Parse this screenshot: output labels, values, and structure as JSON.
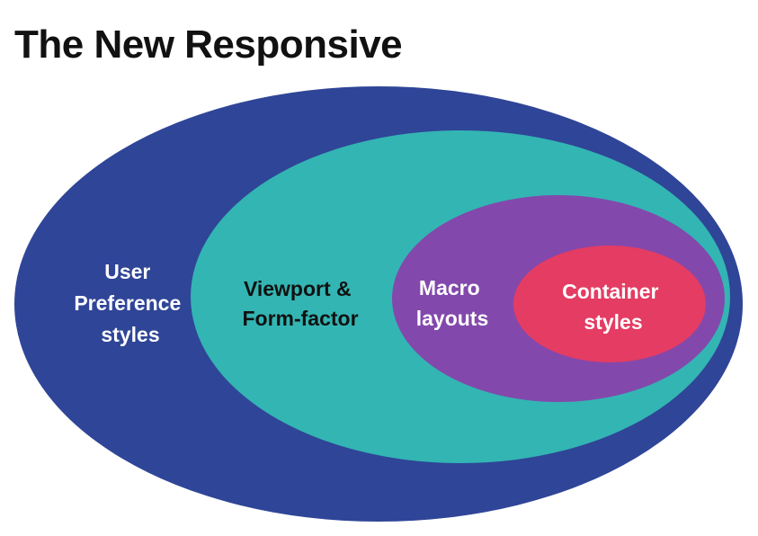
{
  "title": "The New Responsive",
  "colors": {
    "user_preference": "#2f4597",
    "viewport": "#33b5b3",
    "macro": "#8348ac",
    "container": "#e43c63",
    "text_light": "#ffffff",
    "text_dark": "#111111"
  },
  "layers": [
    {
      "id": "user-preference",
      "lines": [
        "User",
        "Preference",
        "styles"
      ]
    },
    {
      "id": "viewport",
      "lines": [
        "Viewport &",
        "Form-factor"
      ]
    },
    {
      "id": "macro",
      "lines": [
        "Macro",
        "layouts"
      ]
    },
    {
      "id": "container",
      "lines": [
        "Container",
        "styles"
      ]
    }
  ]
}
